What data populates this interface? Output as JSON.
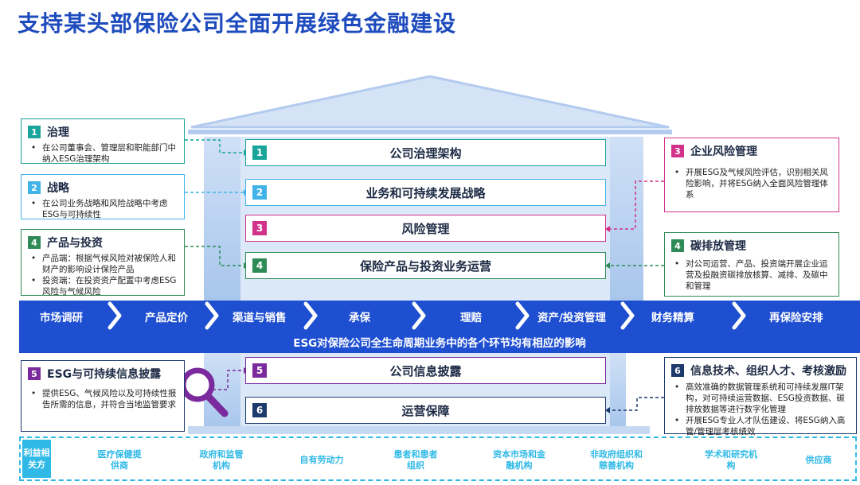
{
  "title": "支持某头部保险公司全面开展绿色金融建设",
  "colors": {
    "teal": "#1aa59a",
    "light_blue": "#42b3e8",
    "pink": "#d2338a",
    "green": "#2e8b57",
    "purple": "#7a2a9c",
    "navy": "#1c3a6c",
    "band": "#1f4fd1"
  },
  "center": [
    {
      "num": "1",
      "label": "公司治理架构"
    },
    {
      "num": "2",
      "label": "业务和可持续发展战略"
    },
    {
      "num": "3",
      "label": "风险管理"
    },
    {
      "num": "4",
      "label": "保险产品与投资业务运营"
    },
    {
      "num": "5",
      "label": "公司信息披露"
    },
    {
      "num": "6",
      "label": "运营保障"
    }
  ],
  "left": [
    {
      "num": "1",
      "title": "治理",
      "bullets": [
        "在公司董事会、管理层和职能部门中纳入ESG治理架构"
      ]
    },
    {
      "num": "2",
      "title": "战略",
      "bullets": [
        "在公司业务战略和风险战略中考虑ESG与可持续性"
      ]
    },
    {
      "num": "4",
      "title": "产品与投资",
      "bullets": [
        "产品端：根据气候风险对被保险人和财产的影响设计保险产品",
        "投资端：在投资资产配置中考虑ESG风险与气候风险"
      ]
    },
    {
      "num": "5",
      "title": "ESG与可持续信息披露",
      "bullets": [
        "提供ESG、气候风险以及可持续性报告所需的信息，并符合当地监管要求"
      ]
    }
  ],
  "right": [
    {
      "num": "3",
      "title": "企业风险管理",
      "bullets": [
        "开展ESG及气候风险评估，识别相关风险影响，并将ESG纳入全面风险管理体系"
      ]
    },
    {
      "num": "4",
      "title": "碳排放管理",
      "bullets": [
        "对公司运营、产品、投资端开展企业运营及投融资碳排放核算、减排、及碳中和管理"
      ]
    },
    {
      "num": "6",
      "title": "信息技术、组织人才、考核激励",
      "bullets": [
        "高效准确的数据管理系统和可持续发展IT架构，对可持续运营数据、ESG投资数据、碳排放数据等进行数字化管理",
        "开展ESG专业人才队伍建设、将ESG纳入高管/管理层考核绩效"
      ]
    }
  ],
  "value_chain": {
    "stages": [
      "市场调研",
      "产品定价",
      "渠道与销售",
      "承保",
      "理赔",
      "资产/投资管理",
      "财务精算",
      "再保险安排"
    ],
    "caption": "ESG对保险公司全生命周期业务中的各个环节均有相应的影响"
  },
  "stakeholders": {
    "label": "利益相关方",
    "items": [
      "医疗保健提供商",
      "政府和监管机构",
      "自有劳动力",
      "患者和患者组织",
      "资本市场和金融机构",
      "非政府组织和慈善机构",
      "学术和研究机构",
      "供应商"
    ]
  },
  "icons": {
    "magnifier": "magnifier-icon",
    "chevron": "chevron-right-icon"
  }
}
